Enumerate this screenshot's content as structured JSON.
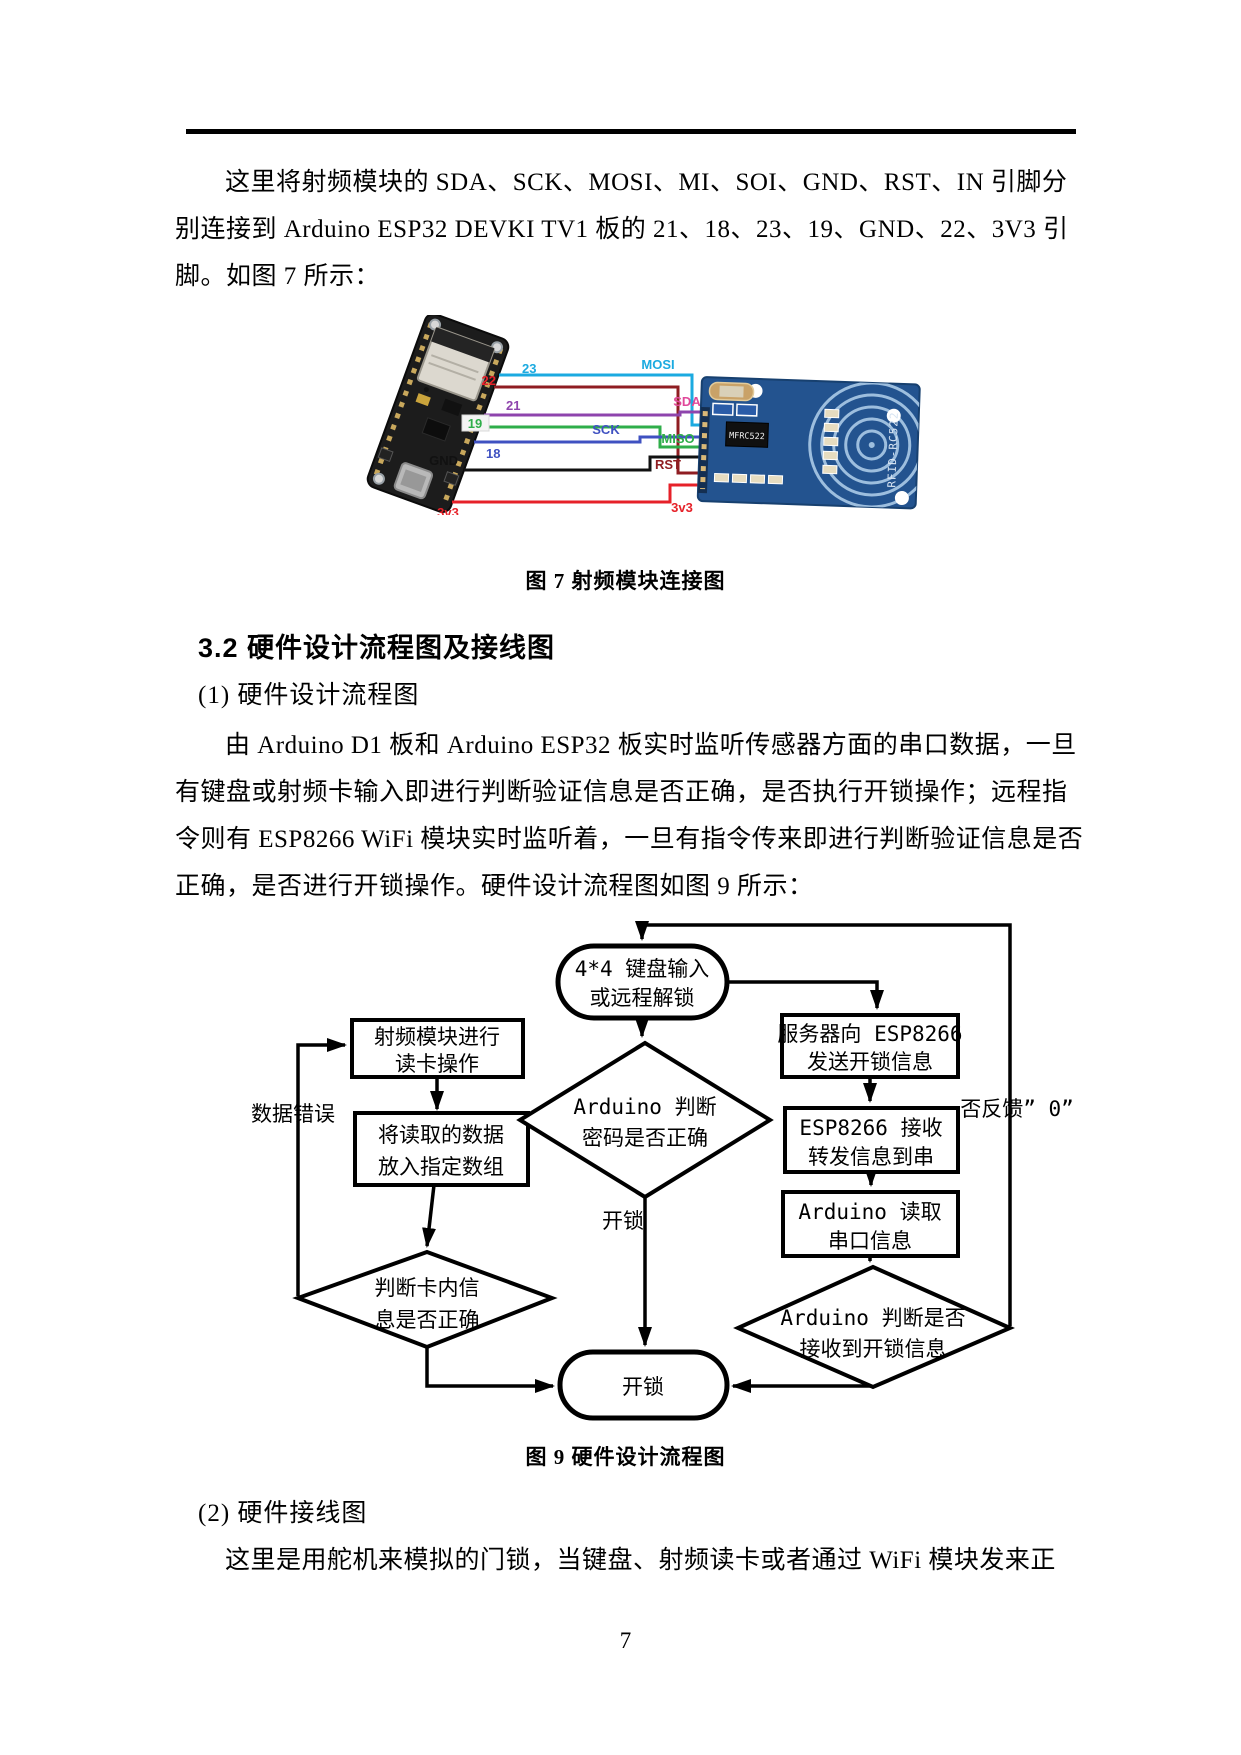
{
  "page": {
    "number": "7"
  },
  "paragraph1": {
    "lines": [
      "这里将射频模块的 SDA、SCK、MOSI、MI、SOI、GND、RST、IN 引脚分",
      "别连接到 Arduino ESP32 DEVKI TV1 板的 21、18、23、19、GND、22、3V3 引",
      "脚。如图 7 所示："
    ]
  },
  "figure7": {
    "caption": "图 7 射频模块连接图",
    "pins": {
      "p23": "23",
      "p22": "22",
      "p21": "21",
      "p19": "19",
      "p18": "18",
      "gnd": "GND",
      "v33": "3v3"
    },
    "signals": {
      "mosi": "MOSI",
      "sda": "SDA",
      "sck": "SCK",
      "miso": "MISO",
      "rst": "RST",
      "v33": "3v3"
    },
    "module": {
      "chip": "MFRC522",
      "name": "RFID-RC522"
    },
    "colors": {
      "mosi": "#1baae0",
      "sda": "#e0499a",
      "wire21": "#8e44ad",
      "sck": "#3f51c1",
      "miso": "#2fae4a",
      "rst": "#8f1d22",
      "v33": "#e62129",
      "gnd": "#111111",
      "pcb": "#23538f",
      "board": "#1c1c1c"
    }
  },
  "section": {
    "heading": "3.2 硬件设计流程图及接线图",
    "item1": "(1) 硬件设计流程图",
    "item2": "(2) 硬件接线图"
  },
  "paragraph2": {
    "lines": [
      "由 Arduino D1 板和 Arduino ESP32 板实时监听传感器方面的串口数据，一旦",
      "有键盘或射频卡输入即进行判断验证信息是否正确，是否执行开锁操作；远程指",
      "令则有 ESP8266 WiFi 模块实时监听着，一旦有指令传来即进行判断验证信息是否",
      "正确，是否进行开锁操作。硬件设计流程图如图 9 所示："
    ]
  },
  "figure9": {
    "caption": "图 9 硬件设计流程图",
    "nodes": {
      "start": [
        "4*4 键盘输入",
        "或远程解锁"
      ],
      "rf_read": [
        "射频模块进行",
        "读卡操作"
      ],
      "store": [
        "将读取的数据",
        "放入指定数组"
      ],
      "card_check": [
        "判断卡内信",
        "息是否正确"
      ],
      "pwd_check": [
        "Arduino 判断",
        "密码是否正确"
      ],
      "server_send": [
        "服务器向 ESP8266",
        "发送开锁信息"
      ],
      "esp_recv": [
        "ESP8266 接收",
        "转发信息到串"
      ],
      "arduino_read": [
        "Arduino 读取",
        "串口信息"
      ],
      "unlock_check": [
        "Arduino 判断是否",
        "接收到开锁信息"
      ],
      "unlock": "开锁"
    },
    "edge_labels": {
      "data_error": "数据错误",
      "unlock": "开锁",
      "no_feedback": "否反馈” 0”"
    }
  },
  "paragraph3": {
    "lines": [
      "这里是用舵机来模拟的门锁，当键盘、射频读卡或者通过 WiFi 模块发来正"
    ]
  }
}
